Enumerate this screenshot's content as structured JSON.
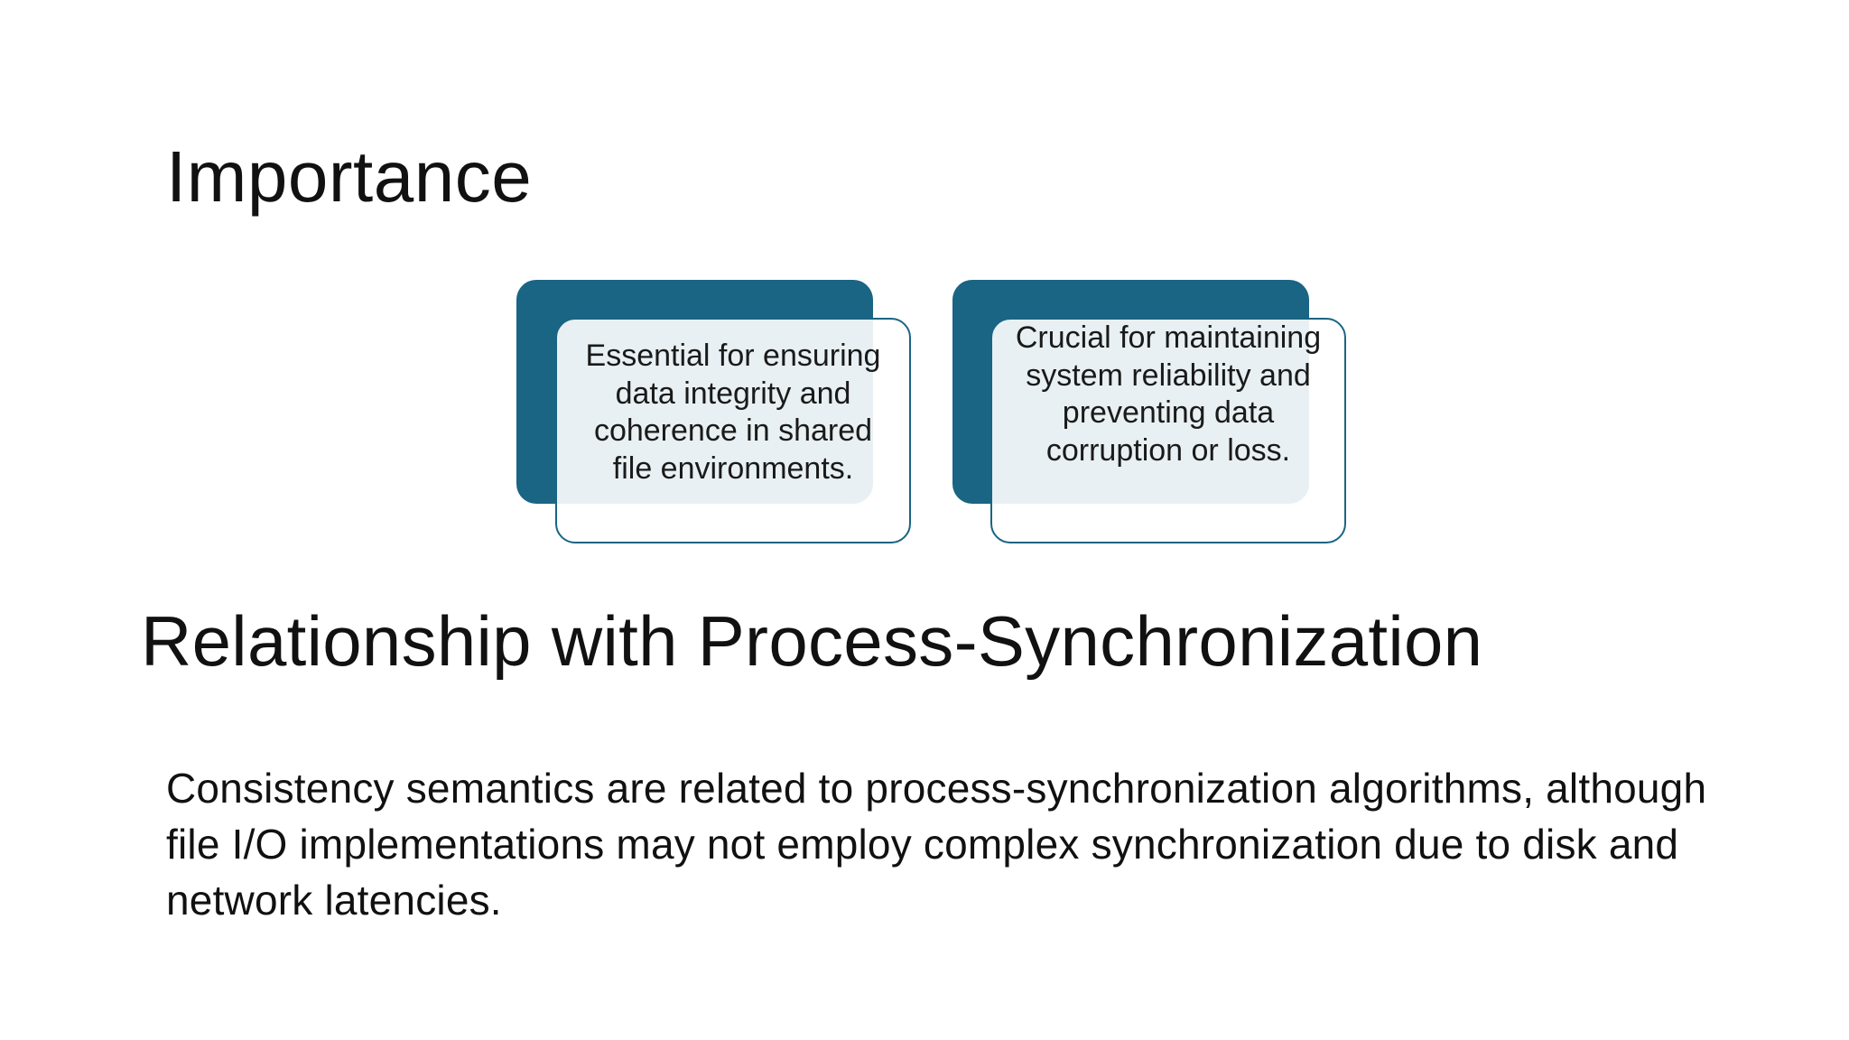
{
  "slide": {
    "heading_importance": "Importance",
    "cards": [
      {
        "text": "Essential for ensuring data integrity and coherence in shared file environments."
      },
      {
        "text": "Crucial for maintaining system reliability and preventing data corruption or loss."
      }
    ],
    "heading_relationship": "Relationship with Process-Synchronization",
    "body": "Consistency semantics are related to process-synchronization algorithms, although file I/O implementations may not employ complex synchronization due to disk and network latencies."
  },
  "colors": {
    "accent": "#1a6484",
    "card_fill": "#e8edf1",
    "text": "#111111",
    "background": "#ffffff"
  }
}
